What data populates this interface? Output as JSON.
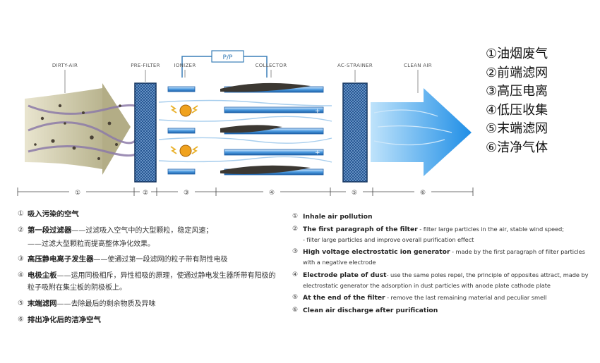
{
  "diagram": {
    "top_labels": {
      "dirty_air": "DIRTY-AIR",
      "pre_filter": "PRE-FILTER",
      "ionizer": "IONIZER",
      "collector": "COLLECTOR",
      "ac_strainer": "AC-STRAINER",
      "clean_air": "CLEAN AIR"
    },
    "power_label": "P/P",
    "stage_numbers": [
      "①",
      "②",
      "③",
      "④",
      "⑤",
      "⑥"
    ],
    "colors": {
      "dirty_air": "#c9c3a3",
      "filter_blue": "#1e4f8c",
      "plate_blue": "#3d8fd9",
      "clean_arrow": "#2f9bea",
      "pollution": "#8c7aa8",
      "ion": "#f0a21e"
    }
  },
  "stages": [
    "①油烟废气",
    "②前端滤网",
    "③高压电离",
    "④低压收集",
    "⑤末端滤网",
    "⑥洁净气体"
  ],
  "legend_cn": [
    {
      "marker": "①",
      "title": "吸入污染的空气",
      "desc": ""
    },
    {
      "marker": "②",
      "title": "第一段过滤器",
      "desc": "——过滤吸入空气中的大型颗粒，稳定风速；"
    },
    {
      "marker": "",
      "title": "",
      "desc": "——过滤大型颗粒而提高整体净化效果。"
    },
    {
      "marker": "③",
      "title": "高压静电离子发生器",
      "desc": "——使通过第一段滤网的粒子带有阴性电极"
    },
    {
      "marker": "④",
      "title": "电极尘板",
      "desc": "——运用同极相斥，异性相吸的原理，使通过静电发生器所带有阳极的粒子吸附在集尘板的阴极板上。"
    },
    {
      "marker": "⑤",
      "title": "末端滤网",
      "desc": "——去除最后的剩余物质及异味"
    },
    {
      "marker": "⑥",
      "title": "排出净化后的洁净空气",
      "desc": ""
    }
  ],
  "legend_en": [
    {
      "marker": "①",
      "title": "Inhale air pollution",
      "desc": ""
    },
    {
      "marker": "②",
      "title": "The first paragraph of the filter",
      "desc": " - filter large particles in the air, stable wind speed;"
    },
    {
      "marker": "",
      "title": "",
      "desc": "- filter large particles and improve overall purification effect"
    },
    {
      "marker": "③",
      "title": "High voltage electrostatic ion generator",
      "desc": " - made by the first paragraph of filter particles with a negative electrode"
    },
    {
      "marker": "④",
      "title": "Electrode plate of dust",
      "desc": "- use the same poles repel, the principle of opposites attract, made by electrostatic generator the adsorption in dust particles with anode plate cathode plate"
    },
    {
      "marker": "⑤",
      "title": "At the end of the filter",
      "desc": " - remove the last remaining material and peculiar smell"
    },
    {
      "marker": "⑥",
      "title": "Clean air discharge after purification",
      "desc": ""
    }
  ]
}
